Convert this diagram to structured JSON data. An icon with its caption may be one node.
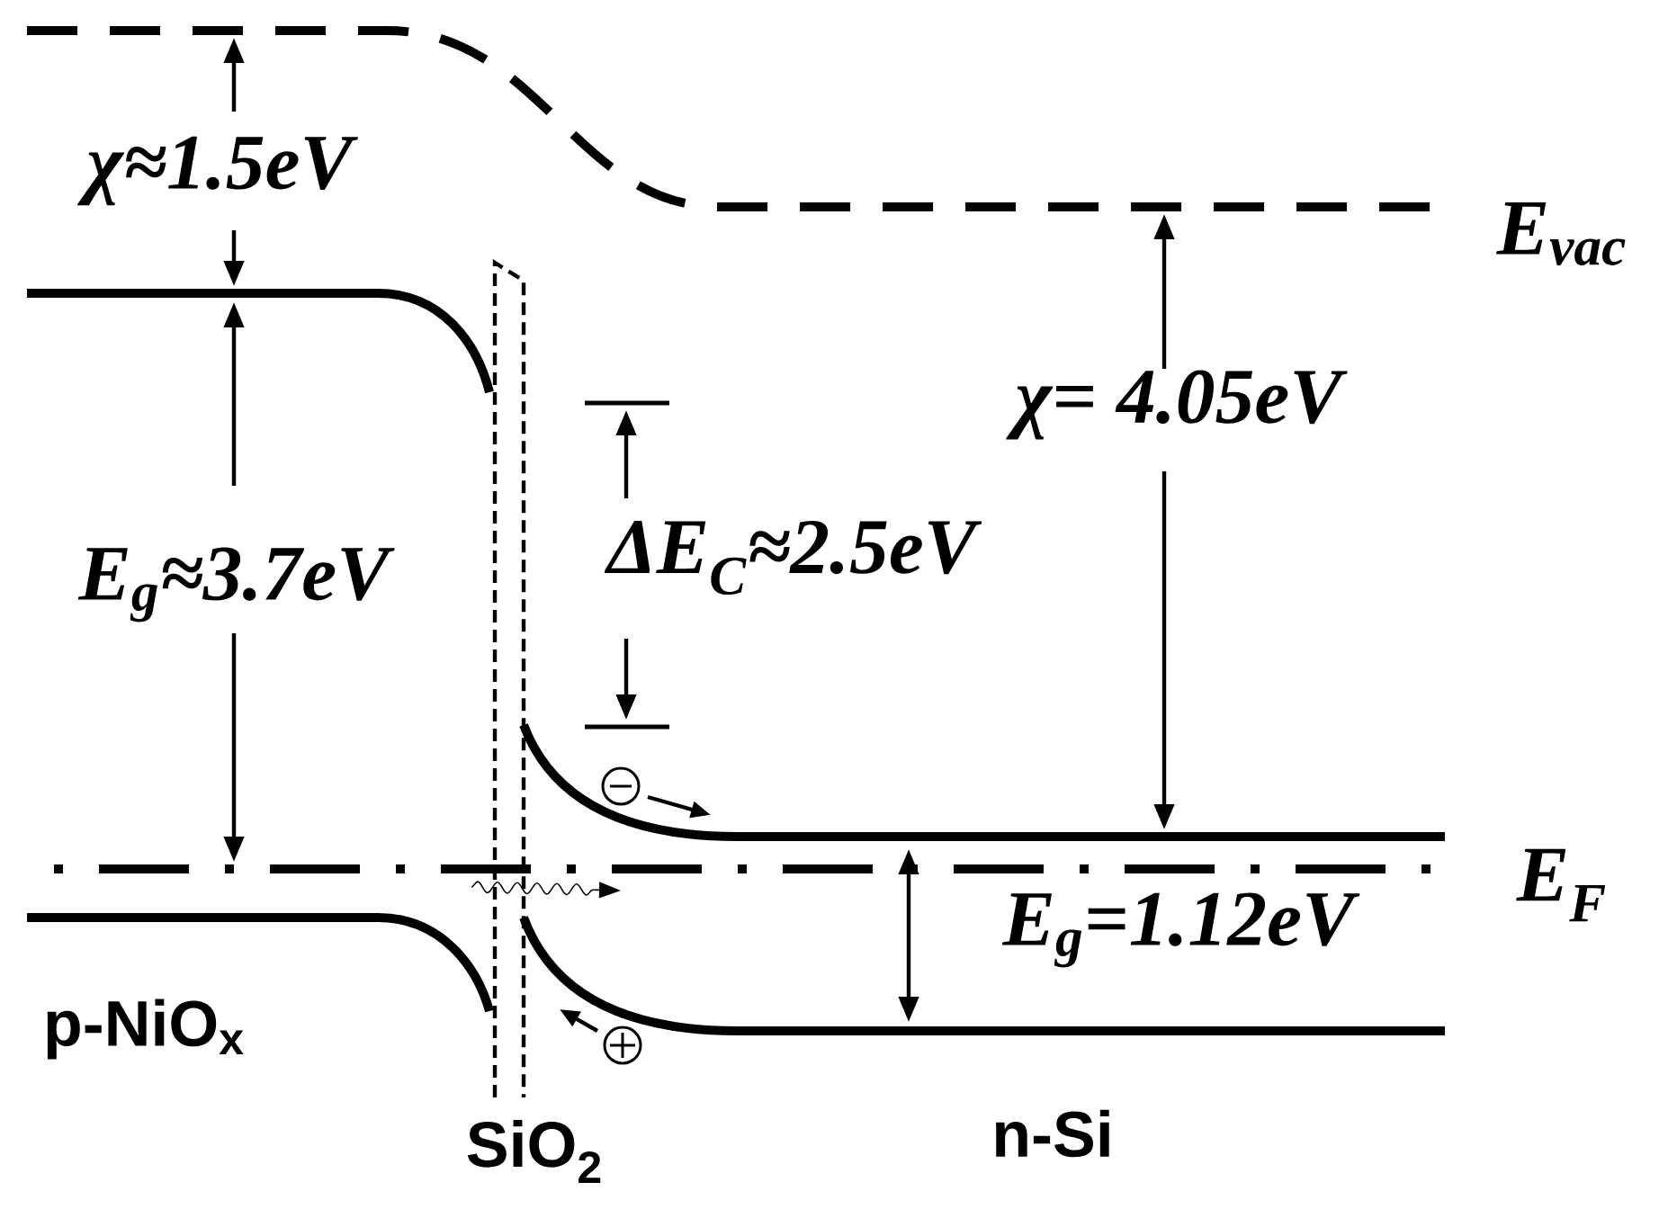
{
  "diagram": {
    "labels": [
      "χ≈1.5eV",
      "E$_{vac}$",
      "χ= 4.05eV",
      "E$_{g}$≈3.7eV",
      "ΔE$_{C}$≈2.5eV",
      "E$_{F}$",
      "E$_{g}$=1.12eV",
      "p-NiO$_{x}$",
      "SiO$_{2}$",
      "n-Si"
    ]
  }
}
